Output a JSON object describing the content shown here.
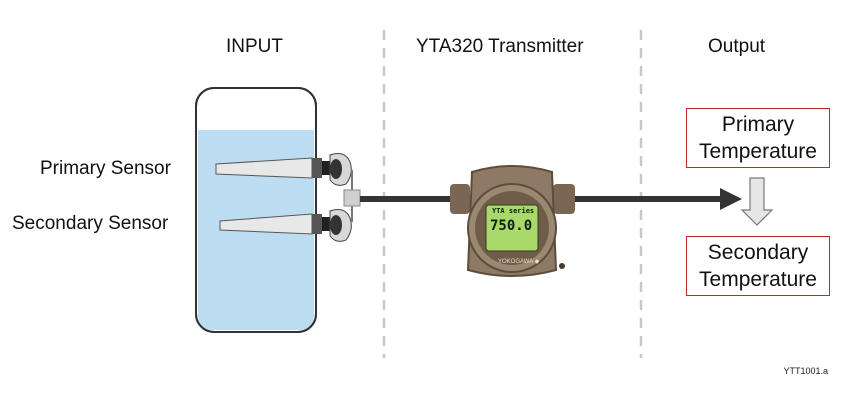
{
  "headers": {
    "input": "INPUT",
    "transmitter": "YTA320 Transmitter",
    "output": "Output"
  },
  "sensors": {
    "primary": "Primary Sensor",
    "secondary": "Secondary Sensor"
  },
  "outputs": {
    "primary_line1": "Primary",
    "primary_line2": "Temperature",
    "secondary_line1": "Secondary",
    "secondary_line2": "Temperature"
  },
  "device": {
    "series": "YTA series",
    "reading": "750.0",
    "brand": "YOKOGAWA ◆"
  },
  "reference_code": "YTT1001.a",
  "colors": {
    "liquid": "#bcdcf2",
    "box_border": "#c0282d",
    "divider": "#c8c8c8",
    "housing": "#8e7a64",
    "lcd": "#a8d96a"
  }
}
